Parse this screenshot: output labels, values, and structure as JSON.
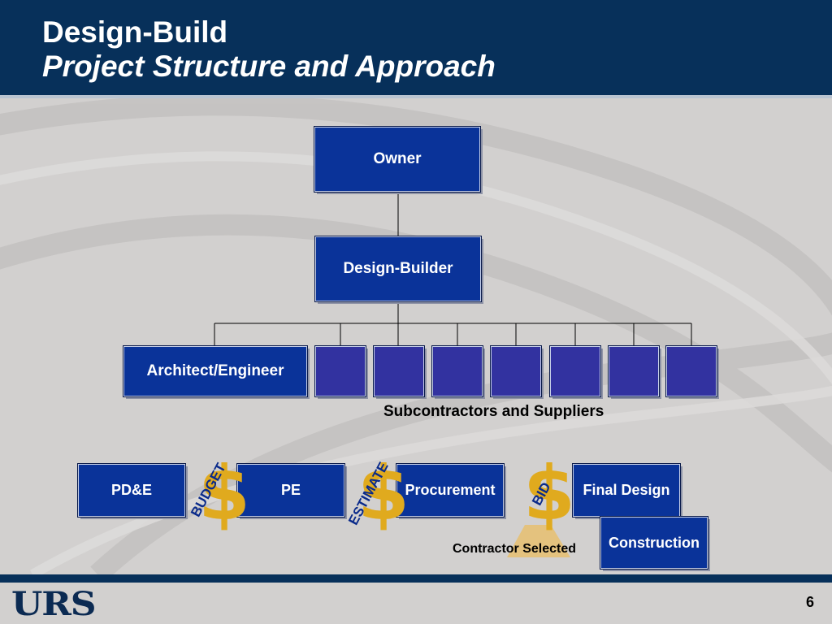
{
  "slide": {
    "title": "Design-Build",
    "subtitle": "Project Structure and Approach",
    "page_number": "6",
    "logo_text": "URS"
  },
  "org_chart": {
    "owner": "Owner",
    "design_builder": "Design-Builder",
    "architect_engineer": "Architect/Engineer",
    "subcontractors_label": "Subcontractors and Suppliers",
    "subcontractor_box_count": 7
  },
  "process": {
    "phases": [
      "PD&E",
      "PE",
      "Procurement",
      "Final Design",
      "Construction"
    ],
    "cost_markers": [
      {
        "word": "BUDGET",
        "symbol": "$"
      },
      {
        "word": "ESTIMATE",
        "symbol": "$"
      },
      {
        "word": "BID",
        "symbol": "$"
      }
    ],
    "contractor_selected": "Contractor Selected"
  },
  "colors": {
    "header": "#07305a",
    "box_fill": "#0a3399",
    "subcontractor_fill": "#3232a0",
    "dollar": "#e0aa1e",
    "background": "#d2d0cf"
  }
}
